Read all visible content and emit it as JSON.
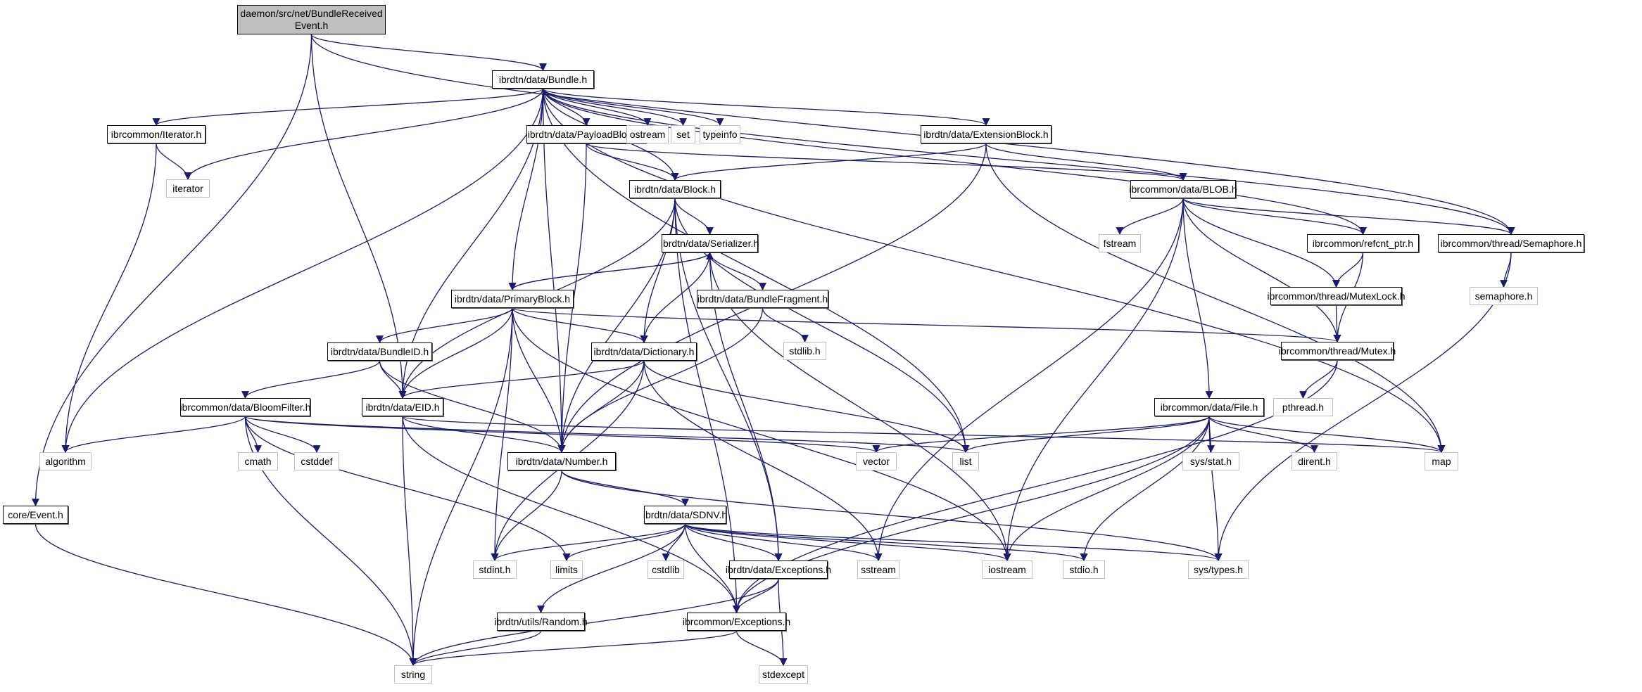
{
  "diagram": {
    "title": "Include dependency graph for daemon/src/net/BundleReceivedEvent.h",
    "edge_color": "#191970",
    "root_fill": "#bfbfbf",
    "system_border": "#bfbfbf",
    "nodes": [
      {
        "id": "root",
        "label": "daemon/src/net/BundleReceived\nEvent.h",
        "kind": "root"
      },
      {
        "id": "bundle",
        "label": "ibrdtn/data/Bundle.h",
        "kind": "local"
      },
      {
        "id": "iteratorh",
        "label": "ibrcommon/Iterator.h",
        "kind": "local"
      },
      {
        "id": "iterator",
        "label": "iterator",
        "kind": "sys"
      },
      {
        "id": "payload",
        "label": "ibrdtn/data/PayloadBlock.h",
        "kind": "local"
      },
      {
        "id": "ostream",
        "label": "ostream",
        "kind": "sys"
      },
      {
        "id": "set",
        "label": "set",
        "kind": "sys"
      },
      {
        "id": "typeinfo",
        "label": "typeinfo",
        "kind": "sys"
      },
      {
        "id": "extension",
        "label": "ibrdtn/data/ExtensionBlock.h",
        "kind": "local"
      },
      {
        "id": "block",
        "label": "ibrdtn/data/Block.h",
        "kind": "local"
      },
      {
        "id": "blob",
        "label": "ibrcommon/data/BLOB.h",
        "kind": "local"
      },
      {
        "id": "fstream",
        "label": "fstream",
        "kind": "sys"
      },
      {
        "id": "refcnt",
        "label": "ibrcommon/refcnt_ptr.h",
        "kind": "local"
      },
      {
        "id": "semaphore",
        "label": "ibrcommon/thread/Semaphore.h",
        "kind": "local"
      },
      {
        "id": "semaphoreh",
        "label": "semaphore.h",
        "kind": "sys"
      },
      {
        "id": "serializer",
        "label": "ibrdtn/data/Serializer.h",
        "kind": "local"
      },
      {
        "id": "primary",
        "label": "ibrdtn/data/PrimaryBlock.h",
        "kind": "local"
      },
      {
        "id": "fragment",
        "label": "ibrdtn/data/BundleFragment.h",
        "kind": "local"
      },
      {
        "id": "stdlib",
        "label": "stdlib.h",
        "kind": "sys"
      },
      {
        "id": "mutexlock",
        "label": "ibrcommon/thread/MutexLock.h",
        "kind": "local"
      },
      {
        "id": "mutex",
        "label": "ibrcommon/thread/Mutex.h",
        "kind": "local"
      },
      {
        "id": "pthread",
        "label": "pthread.h",
        "kind": "sys"
      },
      {
        "id": "bundleid",
        "label": "ibrdtn/data/BundleID.h",
        "kind": "local"
      },
      {
        "id": "dictionary",
        "label": "ibrdtn/data/Dictionary.h",
        "kind": "local"
      },
      {
        "id": "bloom",
        "label": "ibrcommon/data/BloomFilter.h",
        "kind": "local"
      },
      {
        "id": "eid",
        "label": "ibrdtn/data/EID.h",
        "kind": "local"
      },
      {
        "id": "file",
        "label": "ibrcommon/data/File.h",
        "kind": "local"
      },
      {
        "id": "algorithm",
        "label": "algorithm",
        "kind": "sys"
      },
      {
        "id": "cmath",
        "label": "cmath",
        "kind": "sys"
      },
      {
        "id": "cstddef",
        "label": "cstddef",
        "kind": "sys"
      },
      {
        "id": "number",
        "label": "ibrdtn/data/Number.h",
        "kind": "local"
      },
      {
        "id": "vector",
        "label": "vector",
        "kind": "sys"
      },
      {
        "id": "list",
        "label": "list",
        "kind": "sys"
      },
      {
        "id": "sysstat",
        "label": "sys/stat.h",
        "kind": "sys"
      },
      {
        "id": "dirent",
        "label": "dirent.h",
        "kind": "sys"
      },
      {
        "id": "map",
        "label": "map",
        "kind": "sys"
      },
      {
        "id": "event",
        "label": "core/Event.h",
        "kind": "local"
      },
      {
        "id": "sdnv",
        "label": "ibrdtn/data/SDNV.h",
        "kind": "local"
      },
      {
        "id": "stdint",
        "label": "stdint.h",
        "kind": "sys"
      },
      {
        "id": "limits",
        "label": "limits",
        "kind": "sys"
      },
      {
        "id": "cstdlib",
        "label": "cstdlib",
        "kind": "sys"
      },
      {
        "id": "dexceptions",
        "label": "ibrdtn/data/Exceptions.h",
        "kind": "local"
      },
      {
        "id": "sstream",
        "label": "sstream",
        "kind": "sys"
      },
      {
        "id": "iostream",
        "label": "iostream",
        "kind": "sys"
      },
      {
        "id": "stdio",
        "label": "stdio.h",
        "kind": "sys"
      },
      {
        "id": "systypes",
        "label": "sys/types.h",
        "kind": "sys"
      },
      {
        "id": "random",
        "label": "ibrdtn/utils/Random.h",
        "kind": "local"
      },
      {
        "id": "cexceptions",
        "label": "ibrcommon/Exceptions.h",
        "kind": "local"
      },
      {
        "id": "string",
        "label": "string",
        "kind": "sys"
      },
      {
        "id": "stdexcept",
        "label": "stdexcept",
        "kind": "sys"
      }
    ],
    "edges": [
      [
        "root",
        "bundle"
      ],
      [
        "root",
        "event"
      ],
      [
        "root",
        "eid"
      ],
      [
        "root",
        "semaphore"
      ],
      [
        "bundle",
        "iteratorh"
      ],
      [
        "bundle",
        "iterator"
      ],
      [
        "bundle",
        "algorithm"
      ],
      [
        "bundle",
        "payload"
      ],
      [
        "bundle",
        "ostream"
      ],
      [
        "bundle",
        "set"
      ],
      [
        "bundle",
        "typeinfo"
      ],
      [
        "bundle",
        "extension"
      ],
      [
        "bundle",
        "block"
      ],
      [
        "bundle",
        "primary"
      ],
      [
        "bundle",
        "eid"
      ],
      [
        "bundle",
        "number"
      ],
      [
        "bundle",
        "list"
      ],
      [
        "bundle",
        "refcnt"
      ],
      [
        "bundle",
        "map"
      ],
      [
        "bundle",
        "semaphore"
      ],
      [
        "iteratorh",
        "iterator"
      ],
      [
        "iteratorh",
        "algorithm"
      ],
      [
        "payload",
        "block"
      ],
      [
        "payload",
        "blob"
      ],
      [
        "payload",
        "number"
      ],
      [
        "extension",
        "block"
      ],
      [
        "extension",
        "blob"
      ],
      [
        "extension",
        "number"
      ],
      [
        "extension",
        "map"
      ],
      [
        "block",
        "serializer"
      ],
      [
        "block",
        "dictionary"
      ],
      [
        "block",
        "eid"
      ],
      [
        "block",
        "number"
      ],
      [
        "block",
        "list"
      ],
      [
        "block",
        "dexceptions"
      ],
      [
        "block",
        "cexceptions"
      ],
      [
        "blob",
        "fstream"
      ],
      [
        "blob",
        "refcnt"
      ],
      [
        "blob",
        "semaphore"
      ],
      [
        "blob",
        "mutexlock"
      ],
      [
        "blob",
        "mutex"
      ],
      [
        "blob",
        "file"
      ],
      [
        "blob",
        "sstream"
      ],
      [
        "blob",
        "iostream"
      ],
      [
        "refcnt",
        "mutexlock"
      ],
      [
        "refcnt",
        "mutex"
      ],
      [
        "semaphore",
        "semaphoreh"
      ],
      [
        "semaphore",
        "systypes"
      ],
      [
        "mutexlock",
        "mutex"
      ],
      [
        "mutex",
        "pthread"
      ],
      [
        "mutex",
        "cexceptions"
      ],
      [
        "serializer",
        "primary"
      ],
      [
        "serializer",
        "fragment"
      ],
      [
        "serializer",
        "dictionary"
      ],
      [
        "serializer",
        "dexceptions"
      ],
      [
        "serializer",
        "iostream"
      ],
      [
        "primary",
        "serializer"
      ],
      [
        "primary",
        "bundleid"
      ],
      [
        "primary",
        "eid"
      ],
      [
        "primary",
        "dictionary"
      ],
      [
        "primary",
        "number"
      ],
      [
        "primary",
        "mutex"
      ],
      [
        "primary",
        "string"
      ],
      [
        "primary",
        "stdint"
      ],
      [
        "primary",
        "iostream"
      ],
      [
        "fragment",
        "stdlib"
      ],
      [
        "fragment",
        "number"
      ],
      [
        "bundleid",
        "bloom"
      ],
      [
        "bundleid",
        "eid"
      ],
      [
        "bundleid",
        "number"
      ],
      [
        "dictionary",
        "eid"
      ],
      [
        "dictionary",
        "number"
      ],
      [
        "dictionary",
        "list"
      ],
      [
        "dictionary",
        "sstream"
      ],
      [
        "dictionary",
        "stdint"
      ],
      [
        "bloom",
        "algorithm"
      ],
      [
        "bloom",
        "cmath"
      ],
      [
        "bloom",
        "cstddef"
      ],
      [
        "bloom",
        "string"
      ],
      [
        "bloom",
        "limits"
      ],
      [
        "bloom",
        "vector"
      ],
      [
        "bloom",
        "list"
      ],
      [
        "eid",
        "number"
      ],
      [
        "eid",
        "string"
      ],
      [
        "eid",
        "map"
      ],
      [
        "eid",
        "cexceptions"
      ],
      [
        "file",
        "vector"
      ],
      [
        "file",
        "list"
      ],
      [
        "file",
        "sysstat"
      ],
      [
        "file",
        "dirent"
      ],
      [
        "file",
        "map"
      ],
      [
        "file",
        "iostream"
      ],
      [
        "file",
        "stdio"
      ],
      [
        "file",
        "systypes"
      ],
      [
        "file",
        "cexceptions"
      ],
      [
        "number",
        "sdnv"
      ],
      [
        "number",
        "stdint"
      ],
      [
        "number",
        "systypes"
      ],
      [
        "event",
        "string"
      ],
      [
        "sdnv",
        "stdint"
      ],
      [
        "sdnv",
        "limits"
      ],
      [
        "sdnv",
        "cstdlib"
      ],
      [
        "sdnv",
        "dexceptions"
      ],
      [
        "sdnv",
        "sstream"
      ],
      [
        "sdnv",
        "iostream"
      ],
      [
        "sdnv",
        "stdio"
      ],
      [
        "sdnv",
        "systypes"
      ],
      [
        "sdnv",
        "random"
      ],
      [
        "sdnv",
        "cexceptions"
      ],
      [
        "dexceptions",
        "cexceptions"
      ],
      [
        "dexceptions",
        "string"
      ],
      [
        "dexceptions",
        "stdexcept"
      ],
      [
        "random",
        "string"
      ],
      [
        "cexceptions",
        "string"
      ],
      [
        "cexceptions",
        "stdexcept"
      ]
    ]
  }
}
